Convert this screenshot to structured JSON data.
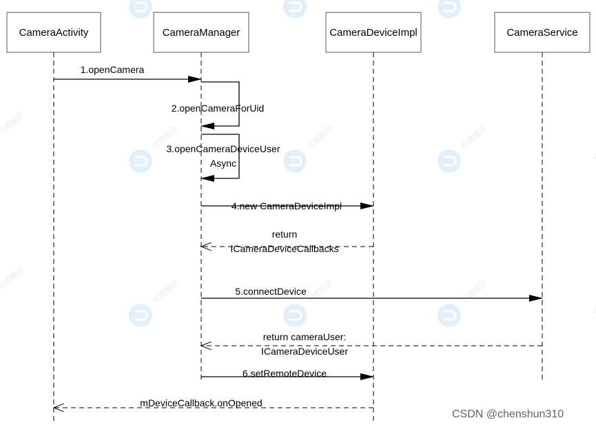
{
  "diagram": {
    "type": "sequence",
    "participants": [
      {
        "id": "activity",
        "label": "CameraActivity"
      },
      {
        "id": "manager",
        "label": "CameraManager"
      },
      {
        "id": "device_impl",
        "label": "CameraDeviceImpl"
      },
      {
        "id": "service",
        "label": "CameraService"
      }
    ],
    "messages": [
      {
        "id": "m1",
        "from": "activity",
        "to": "manager",
        "kind": "sync",
        "lines": [
          "1.openCamera"
        ]
      },
      {
        "id": "m2",
        "from": "manager",
        "to": "manager",
        "kind": "self",
        "lines": [
          "2.openCameraForUid"
        ]
      },
      {
        "id": "m3",
        "from": "manager",
        "to": "manager",
        "kind": "self",
        "lines": [
          "3.openCameraDeviceUser",
          "Async"
        ]
      },
      {
        "id": "m4",
        "from": "manager",
        "to": "device_impl",
        "kind": "sync",
        "lines": [
          "4.new CameraDeviceImpl"
        ]
      },
      {
        "id": "m5",
        "from": "device_impl",
        "to": "manager",
        "kind": "return",
        "lines": [
          "return",
          "ICameraDeviceCallbacks"
        ]
      },
      {
        "id": "m6",
        "from": "manager",
        "to": "service",
        "kind": "sync",
        "lines": [
          "5.connectDevice"
        ]
      },
      {
        "id": "m7",
        "from": "service",
        "to": "manager",
        "kind": "return",
        "lines": [
          "return cameraUser:",
          "ICameraDeviceUser"
        ]
      },
      {
        "id": "m8",
        "from": "manager",
        "to": "device_impl",
        "kind": "sync",
        "lines": [
          "6.setRemoteDevice"
        ]
      },
      {
        "id": "m9",
        "from": "device_impl",
        "to": "activity",
        "kind": "return",
        "lines": [
          "mDeviceCallback.onOpened"
        ]
      }
    ]
  },
  "watermark": {
    "text": "亿图图示",
    "color": "#eef0f4"
  },
  "credit": "CSDN @chenshun310",
  "colors": {
    "line": "#000000",
    "box_border": "#555555",
    "text": "#000000",
    "watermark_icon": "#e3f0fb"
  }
}
